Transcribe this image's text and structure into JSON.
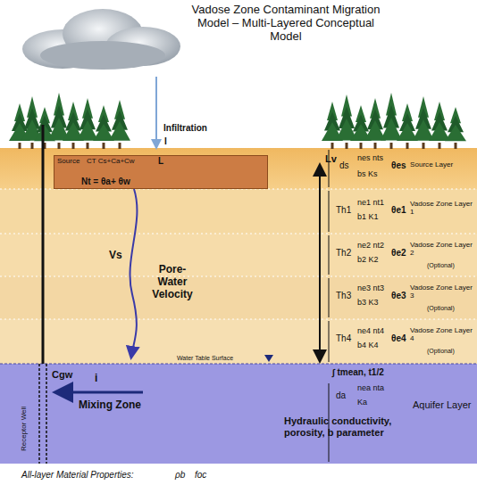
{
  "diagram": {
    "title": "Vadose Zone Contaminant Migration Model – Multi-Layered Conceptual Model",
    "nodes": [
      {
        "text": [
          "Source Layer",
          "ds",
          "nes nts",
          "bs Ks",
          "θes"
        ]
      },
      {
        "text": [
          "Source",
          "CT Cs+Ca+Cw",
          "L",
          "Nt = θa+ θw"
        ],
        "in": 0
      },
      {
        "text": [
          "Vadose Zone Layer 1",
          "Th1",
          "ne1 nt1",
          "b1 K1",
          "θe1"
        ]
      },
      {
        "text": [
          "Vadose Zone Layer 2",
          "(Optional)",
          "Th2",
          "ne2 nt2",
          "b2 K2",
          "θe2"
        ]
      },
      {
        "text": [
          "Vadose Zone Layer 3",
          "(Optional)",
          "Th3",
          "ne3 nt3",
          "b3 K3",
          "θe3"
        ]
      },
      {
        "text": [
          "Vadose Zone Layer 4",
          "(Optional)",
          "Th4",
          "ne4 nt4",
          "b4 K4",
          "θe4"
        ]
      },
      {
        "text": [
          "Aquifer Layer",
          "da",
          "nea nta",
          "Ka",
          "Hydraulic conductivity, porosity, b parameter",
          "∫ tmean, t1/2",
          "Mixing Zone",
          "i"
        ]
      }
    ],
    "labels": [
      "Infiltration",
      "I",
      "Vs",
      "Pore-Water Velocity",
      "Lv",
      "Water Table Surface",
      "Cgw",
      "Receptor Well",
      "All-layer Material Properties:",
      "ρb",
      "foc"
    ]
  }
}
